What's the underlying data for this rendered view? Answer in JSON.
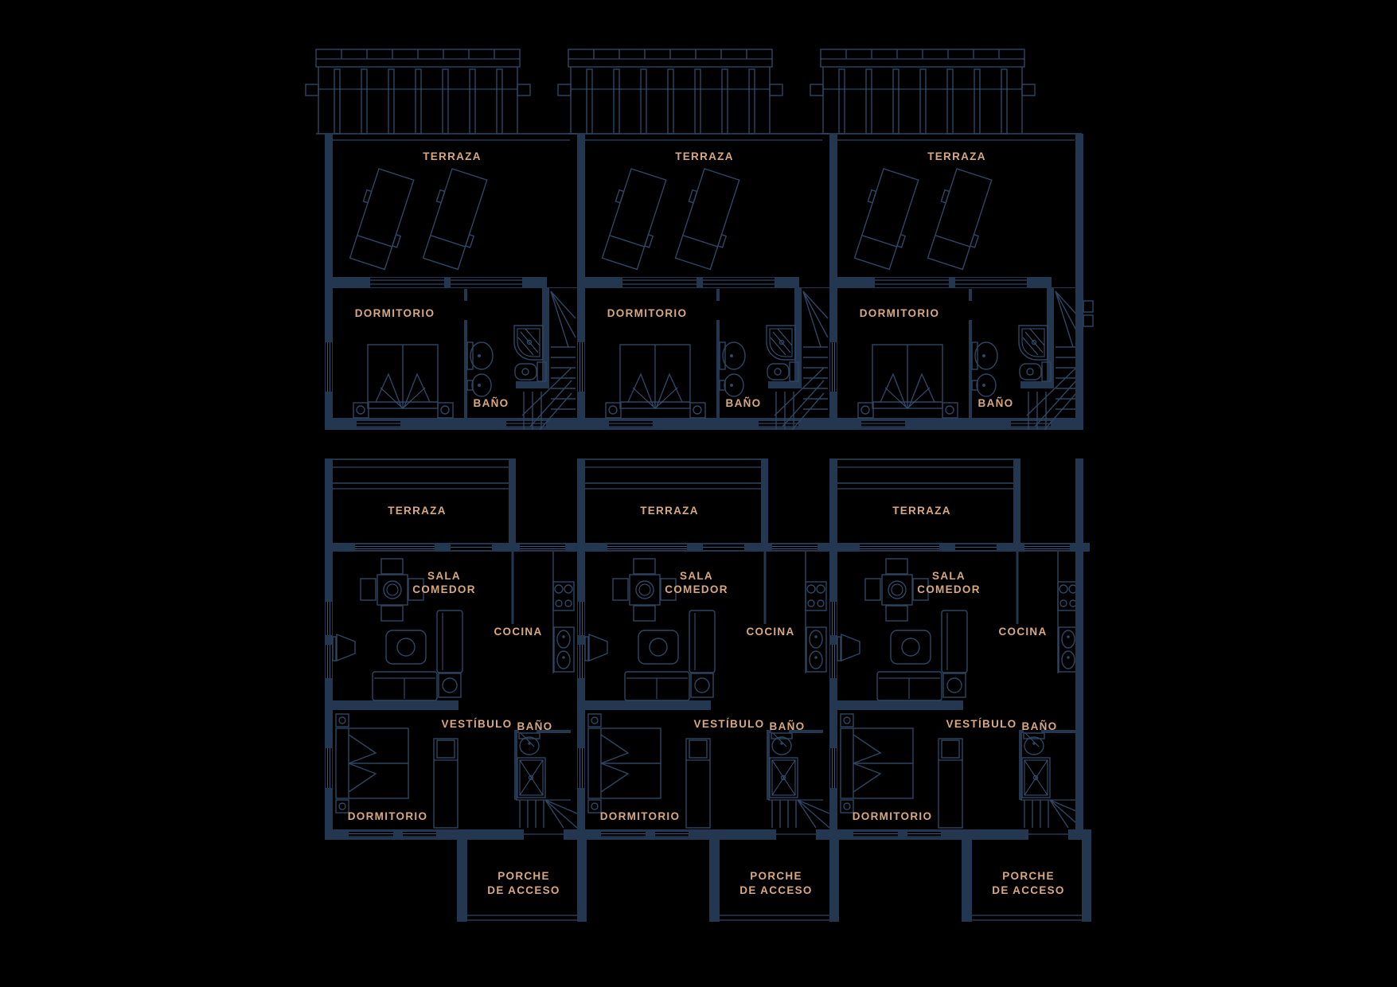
{
  "title": "townhouse-floor-plans",
  "colors": {
    "background": "#000000",
    "wall_fill": "#233750",
    "line": "#2e4663",
    "line_light": "#3b567a",
    "label_text": "#d8a87f"
  },
  "labels": {
    "terraza": "TERRAZA",
    "dormitorio": "DORMITORIO",
    "bano": "BAÑO",
    "sala_line1": "SALA",
    "sala_line2": "COMEDOR",
    "cocina": "COCINA",
    "vestibulo": "VESTÍBULO",
    "porche_line1": "PORCHE",
    "porche_line2": "DE ACCESO"
  },
  "floors": {
    "upper": {
      "unit_count": 3,
      "rooms": [
        "TERRAZA",
        "DORMITORIO",
        "BAÑO"
      ]
    },
    "ground": {
      "unit_count": 3,
      "rooms": [
        "TERRAZA",
        "SALA COMEDOR",
        "COCINA",
        "VESTÍBULO",
        "BAÑO",
        "DORMITORIO",
        "PORCHE DE ACCESO"
      ]
    }
  }
}
